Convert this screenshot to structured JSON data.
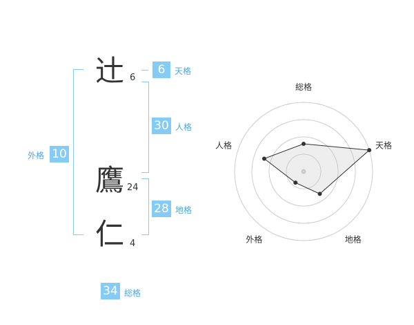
{
  "characters": [
    {
      "char": "辻",
      "strokes": "6"
    },
    {
      "char": "鷹",
      "strokes": "24"
    },
    {
      "char": "仁",
      "strokes": "4"
    }
  ],
  "fortunes": {
    "tenkaku": {
      "value": "6",
      "label": "天格"
    },
    "jinkaku": {
      "value": "30",
      "label": "人格"
    },
    "chikaku": {
      "value": "28",
      "label": "地格"
    },
    "gaikaku": {
      "value": "10",
      "label": "外格"
    },
    "soukaku": {
      "value": "34",
      "label": "総格"
    }
  },
  "accent_color": "#84ccf5",
  "chart_data": {
    "type": "radar",
    "axes": [
      "総格",
      "天格",
      "地格",
      "外格",
      "人格"
    ],
    "values": [
      2,
      5,
      2,
      1,
      3
    ],
    "max": 5,
    "rings": 4
  }
}
